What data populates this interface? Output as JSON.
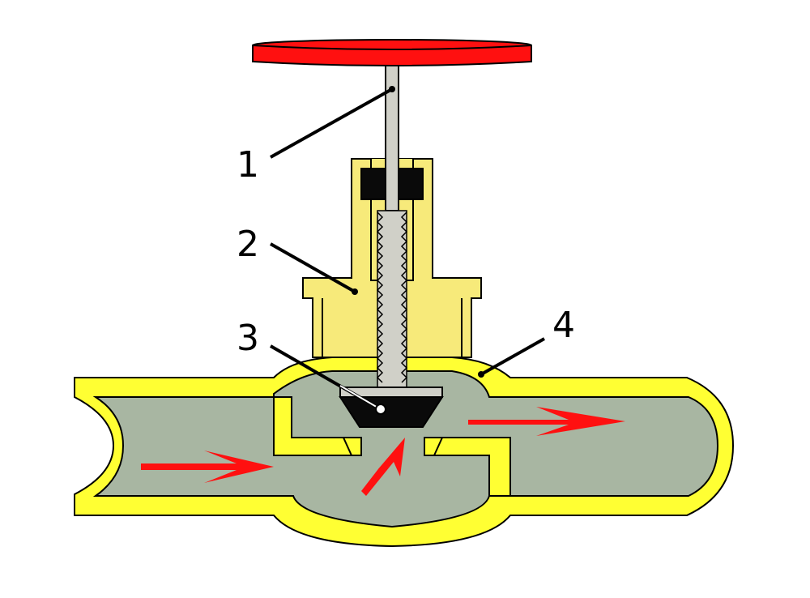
{
  "colors": {
    "pipe_wall": "#ffff33",
    "fluid": "#a8b6a2",
    "bonnet": "#f7ea7a",
    "handwheel": "#ff1010",
    "stem": "#d0d0c8",
    "disc": "#0a0a0a",
    "flow_arrow": "#ff1010",
    "outline": "#000000"
  },
  "labels": [
    {
      "id": "1",
      "text": "1"
    },
    {
      "id": "2",
      "text": "2"
    },
    {
      "id": "3",
      "text": "3"
    },
    {
      "id": "4",
      "text": "4"
    }
  ]
}
